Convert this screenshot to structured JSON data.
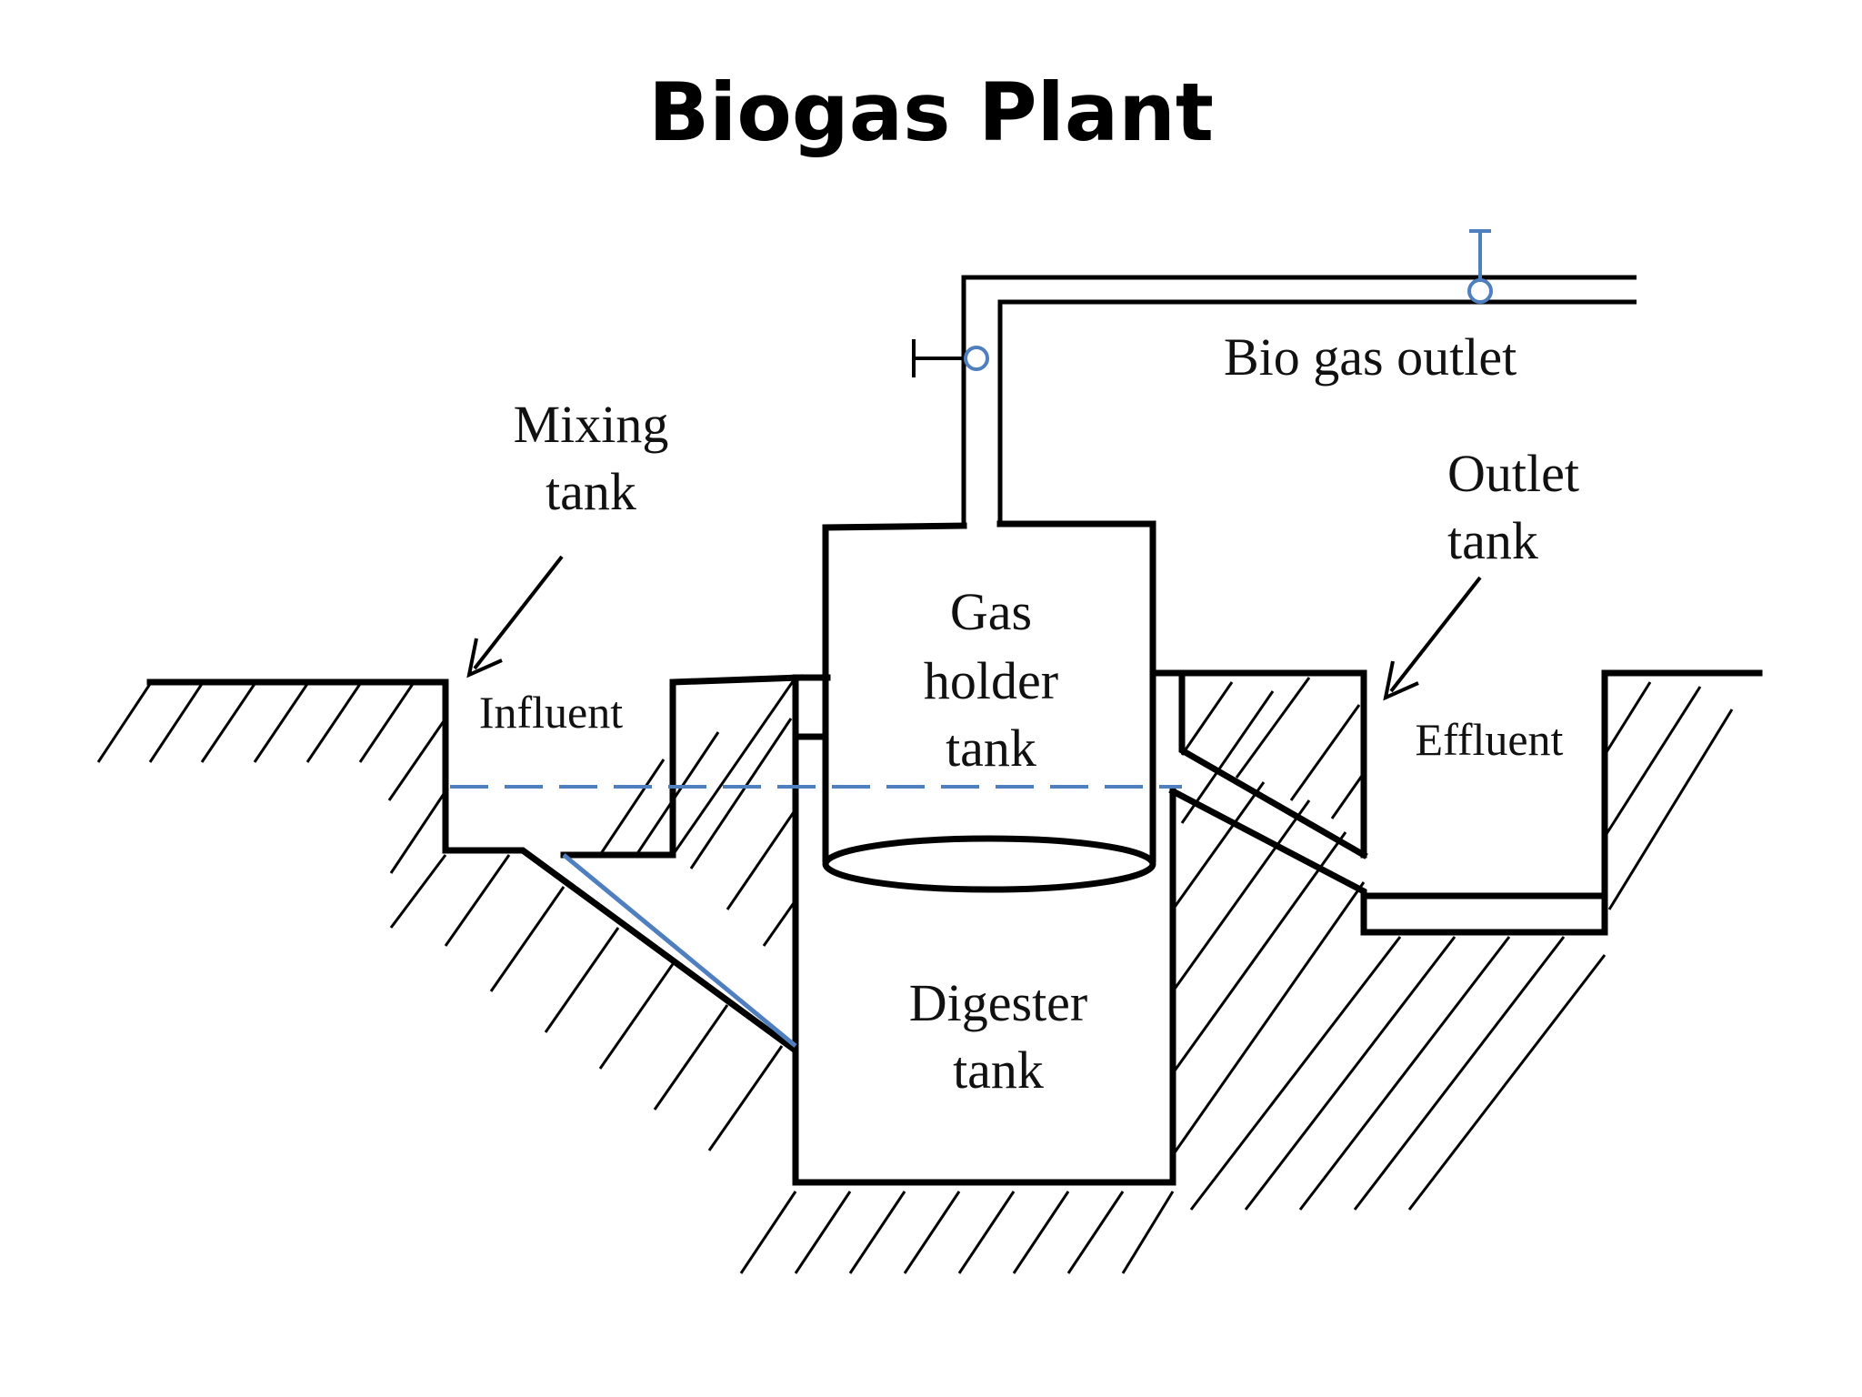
{
  "title": "Biogas Plant",
  "labels": {
    "mixing_tank": [
      "Mixing",
      "tank"
    ],
    "influent": "Influent",
    "gas_holder_tank": [
      "Gas",
      "holder",
      "tank"
    ],
    "digester_tank": [
      "Digester",
      "tank"
    ],
    "outlet_tank": [
      "Outlet",
      "tank"
    ],
    "effluent": "Effluent",
    "bio_gas_outlet": "Bio gas outlet"
  },
  "colors": {
    "lines": "#000000",
    "slurry_level": "#4f7fbf"
  }
}
